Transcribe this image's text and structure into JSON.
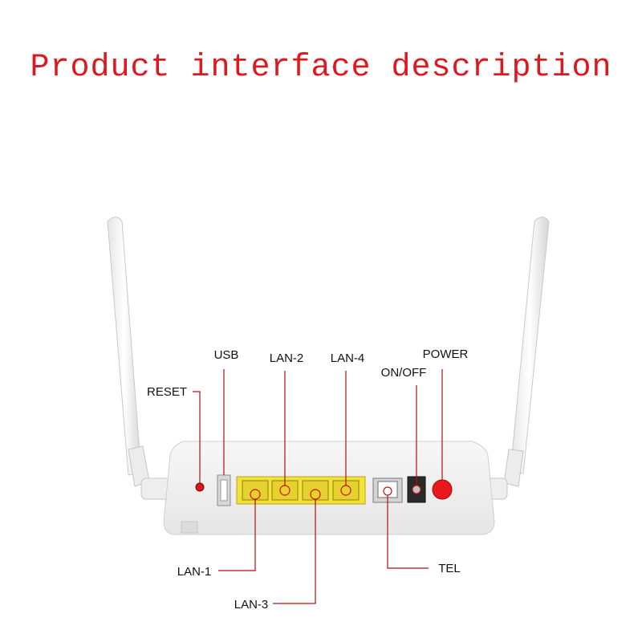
{
  "title": "Product interface description",
  "labels": {
    "usb": "USB",
    "lan2": "LAN-2",
    "lan4": "LAN-4",
    "power": "POWER",
    "onoff": "ON/OFF",
    "reset": "RESET",
    "lan1": "LAN-1",
    "lan3": "LAN-3",
    "tel": "TEL"
  },
  "colors": {
    "title": "#e0171d",
    "leader": "#b01010",
    "lan_port": "#f2e13a",
    "power_button": "#e8181c"
  }
}
